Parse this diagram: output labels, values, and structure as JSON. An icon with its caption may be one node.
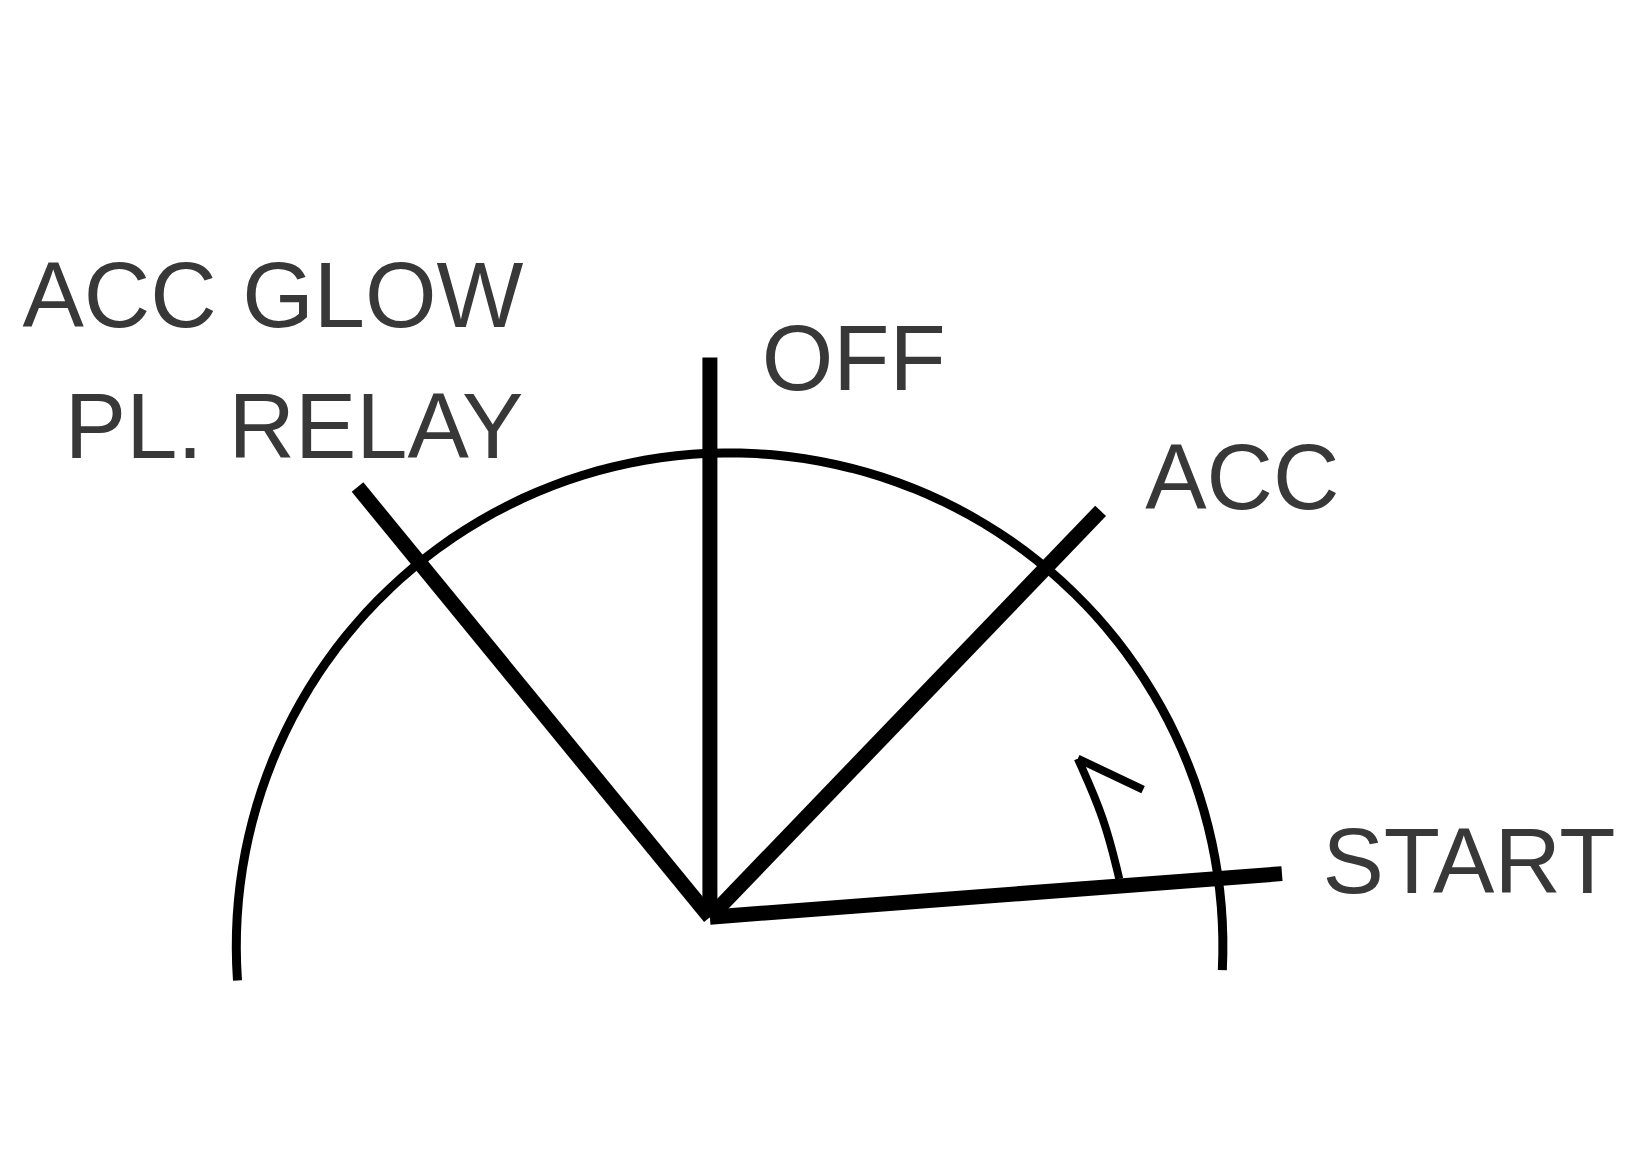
{
  "diagram": {
    "labels": [
      "ACC GLOW PL. RELAY",
      "OFF",
      "ACC",
      "START"
    ]
  }
}
